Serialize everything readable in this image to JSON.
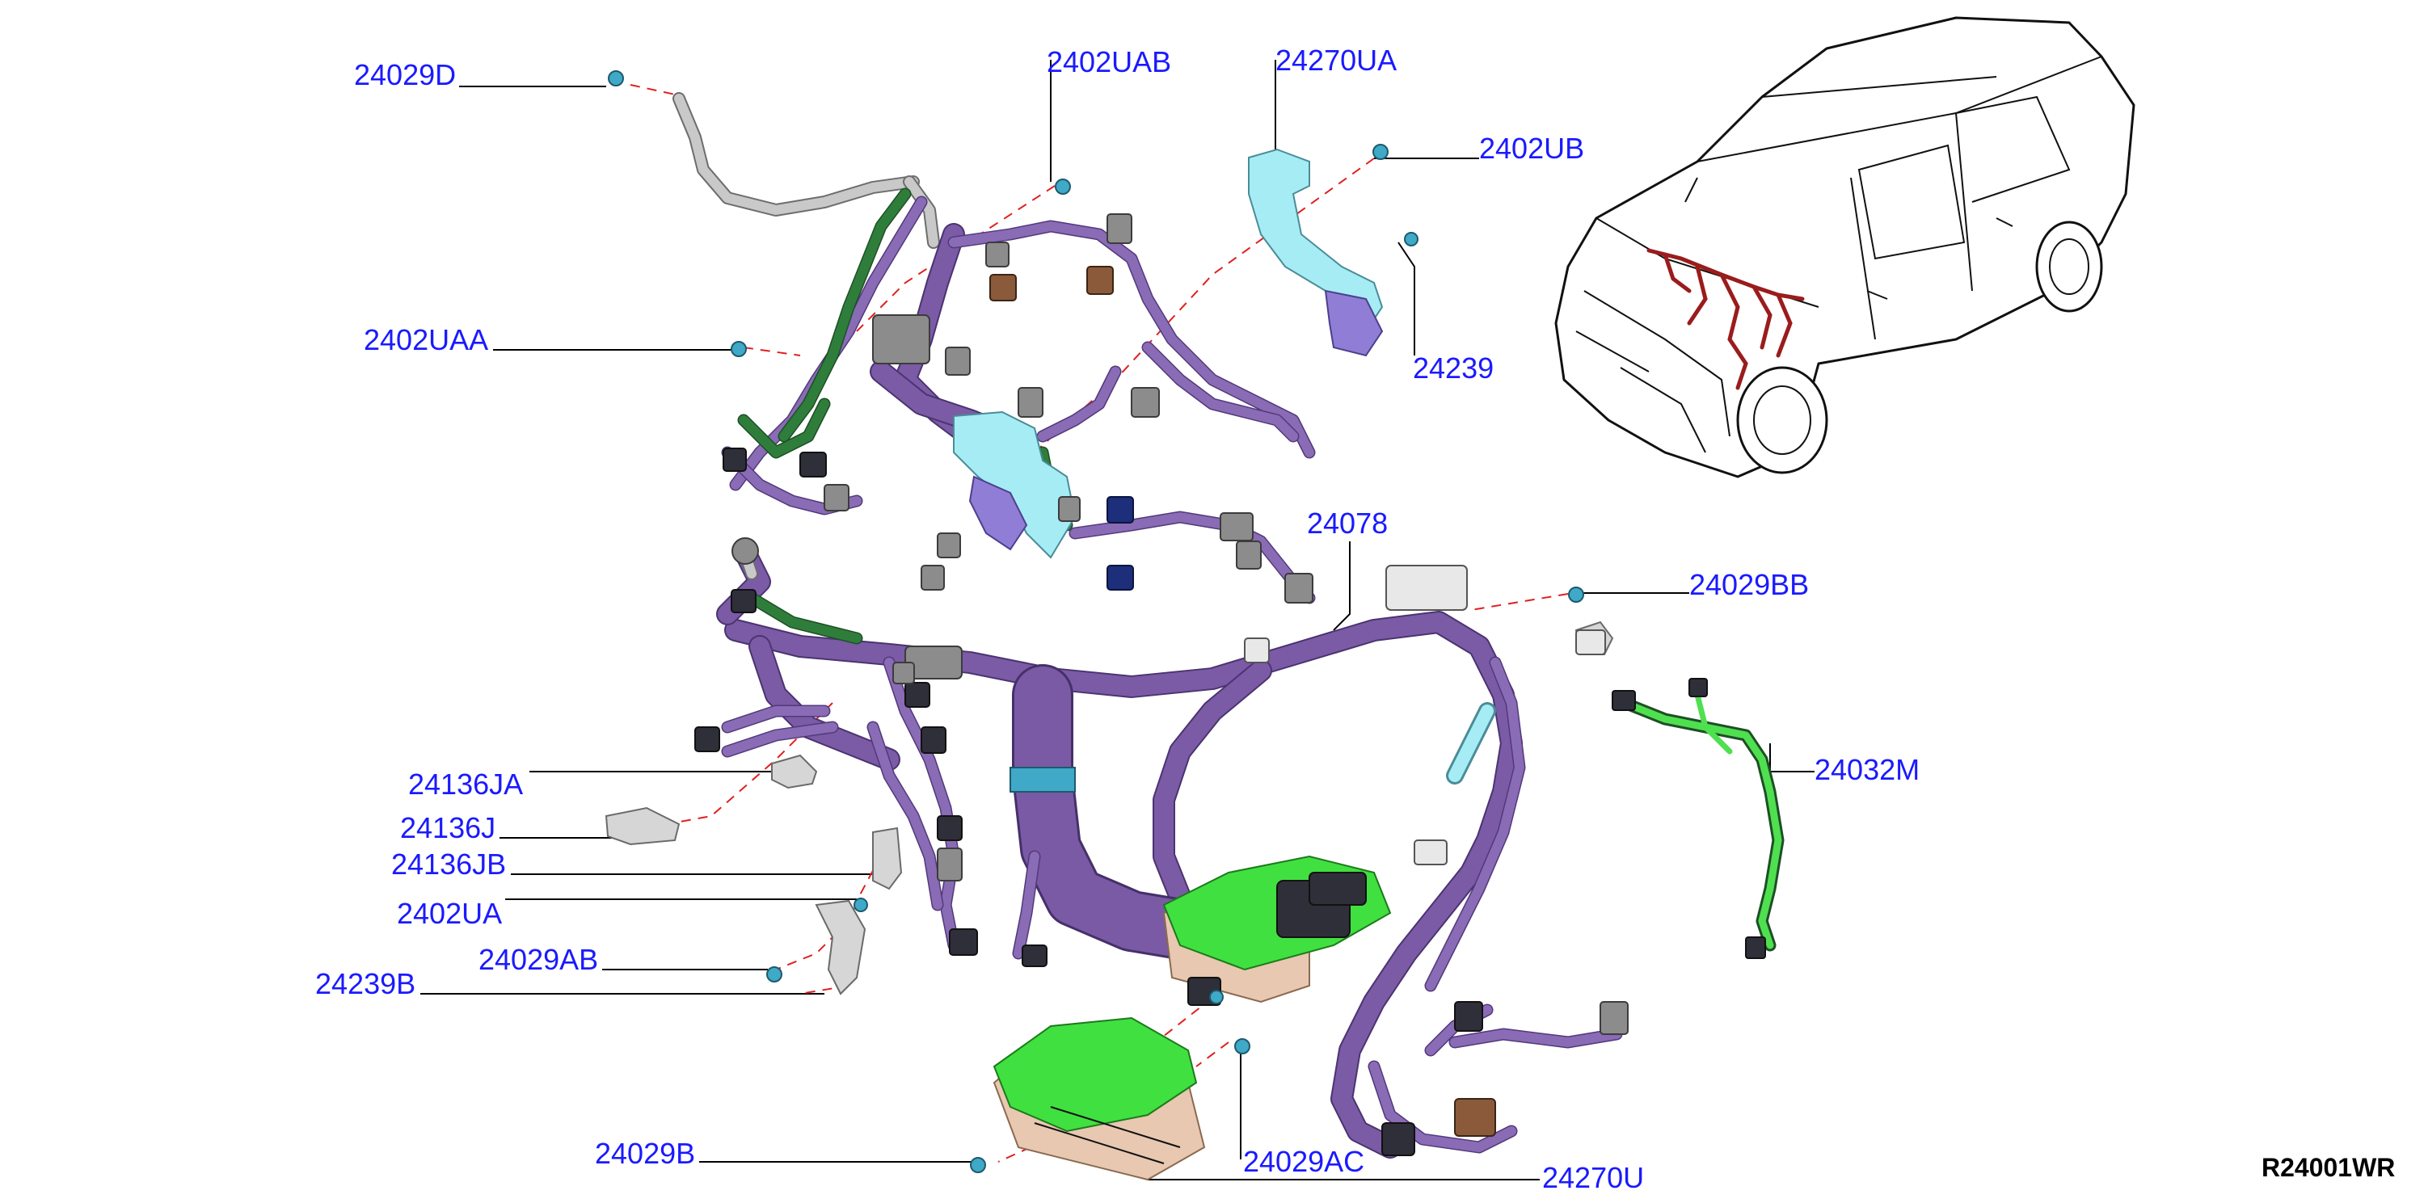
{
  "diagram_code": "R24001WR",
  "callouts": {
    "p24029D": "24029D",
    "p2402UAB": "2402UAB",
    "p24270UA": "24270UA",
    "p2402UB": "2402UB",
    "p2402UAA": "2402UAA",
    "p24239": "24239",
    "p24078": "24078",
    "p24029BB": "24029BB",
    "p24032M": "24032M",
    "p24136JA": "24136JA",
    "p24136J": "24136J",
    "p24136JB": "24136JB",
    "p2402UA": "2402UA",
    "p24029AB": "24029AB",
    "p24239B": "24239B",
    "p24029B": "24029B",
    "p24029AC": "24029AC",
    "p24270U": "24270U"
  },
  "colors": {
    "callout_text": "#1a1aff",
    "harness_main": "#7b5aa6",
    "harness_sub": "#2f7d3b",
    "bracket": "#a6ecf4",
    "ecu_cover": "#40e040",
    "car_harness": "#9a1c1c"
  }
}
